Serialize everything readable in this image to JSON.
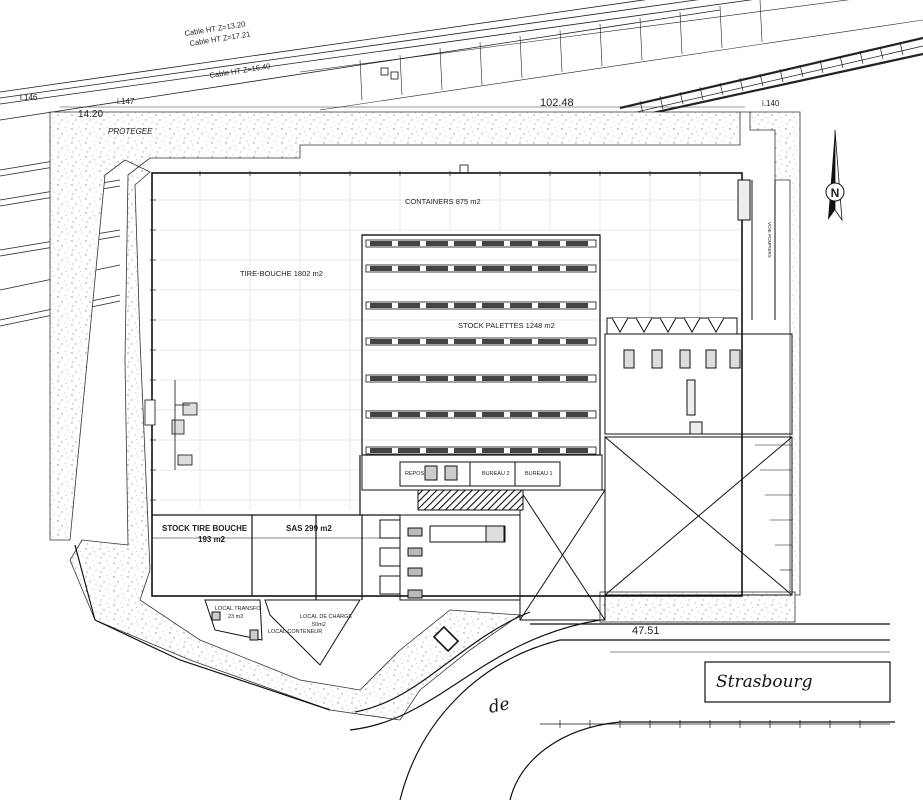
{
  "cables": {
    "line1": "Cable HT Z=13.20",
    "line2": "Cable HT Z=17.21",
    "line3": "Cable HT Z=16.40"
  },
  "markers": {
    "m146": "i.146",
    "m147": "i.147",
    "m140": "i.140",
    "d1420": "14.20"
  },
  "dimensions": {
    "north_edge": "102.48",
    "south_edge": "47.51"
  },
  "zones": {
    "protegee": "PROTEGEE",
    "containers": "CONTAINERS  875 m2",
    "tire_bouche": "TIRE-BOUCHE  1802 m2",
    "stock_palettes": "STOCK PALETTES  1248 m2",
    "stock_tire_bouche_title": "STOCK TIRE BOUCHE",
    "stock_tire_bouche_area": "193 m2",
    "sas": "SAS  299 m2",
    "repos": "REPOS",
    "bureau2": "BUREAU 2",
    "bureau1": "BUREAU 1",
    "local_transfo": "LOCAL TRANSFO",
    "local_transfo_area": "23 m2",
    "local_conteneur": "LOCAL CONTENEUR",
    "local_charge": "LOCAL DE CHARGE",
    "local_charge_area": "50m2",
    "voie_pompiers": "VOIE POMPIERS"
  },
  "street": {
    "word1": "Strasbourg",
    "word2": "de"
  },
  "compass": {
    "letter": "N"
  },
  "colors": {
    "line": "#1a1a1a",
    "grid": "#cfcfcf",
    "speckle": "#9a9a9a"
  }
}
